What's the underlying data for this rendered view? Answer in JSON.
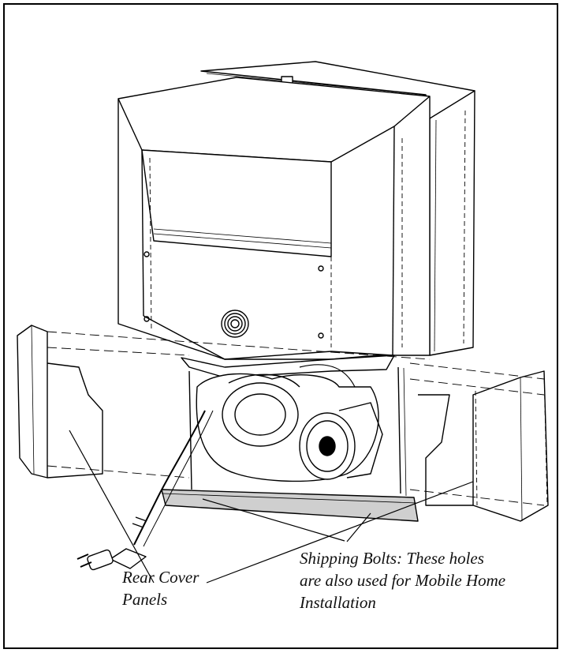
{
  "callouts": {
    "rear_cover_line1": "Rear Cover",
    "rear_cover_line2": "Panels",
    "shipping_bolts_line1": "Shipping Bolts: These holes",
    "shipping_bolts_line2": "are also used for Mobile Home",
    "shipping_bolts_line3": "Installation"
  },
  "colors": {
    "line": "#000000",
    "background": "#ffffff",
    "shade": "#cfcfcf"
  }
}
